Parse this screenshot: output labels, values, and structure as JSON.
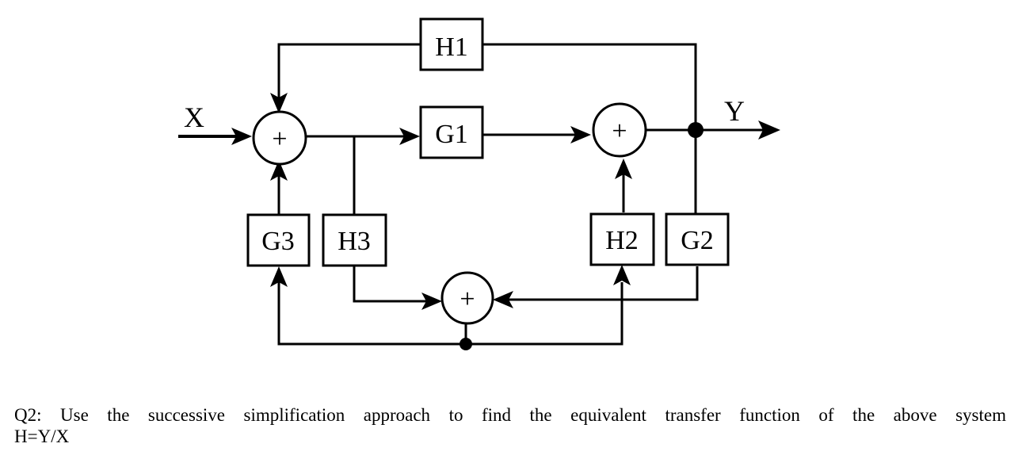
{
  "diagram": {
    "input_label": "X",
    "output_label": "Y",
    "blocks": {
      "h1": "H1",
      "g1": "G1",
      "g2": "G2",
      "g3": "G3",
      "h2": "H2",
      "h3": "H3"
    },
    "summing_symbol": "+"
  },
  "question": {
    "line1": "Q2: Use the successive simplification approach to find the equivalent transfer function of the above system",
    "line2": "H=Y/X"
  }
}
